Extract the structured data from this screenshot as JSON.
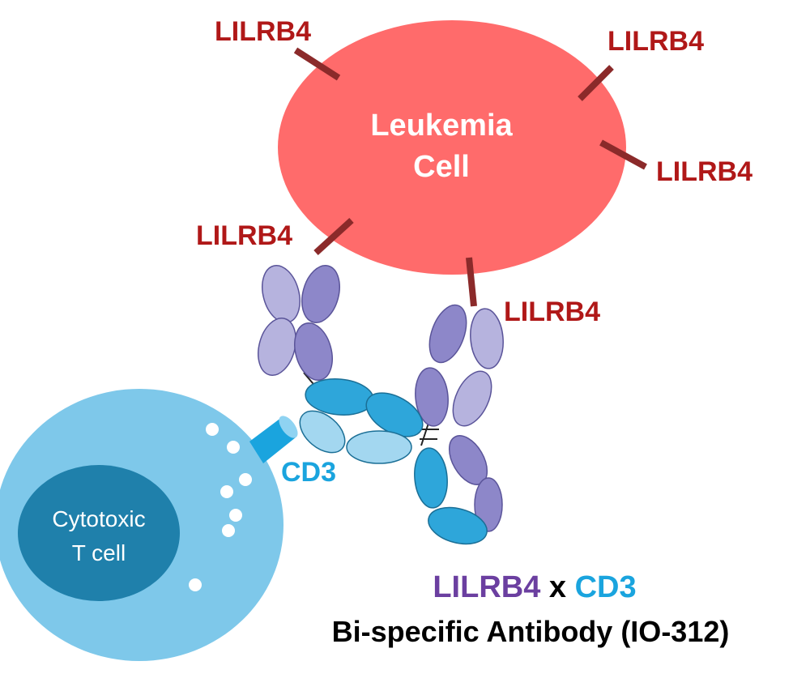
{
  "leukemia_cell": {
    "label_line1": "Leukemia",
    "label_line2": "Cell",
    "color": "#ff6b6b"
  },
  "receptor": {
    "labels": [
      "LILRB4",
      "LILRB4",
      "LILRB4",
      "LILRB4",
      "LILRB4"
    ],
    "label_color": "#b01818",
    "stalk_color": "#8b2a2a"
  },
  "t_cell": {
    "label_line1": "Cytotoxic",
    "label_line2": "T cell",
    "outer_color": "#7ec8ea",
    "nucleus_color": "#1f80ab"
  },
  "cd3": {
    "label": "CD3",
    "color": "#1aa4de"
  },
  "antibody": {
    "lilrb4_domain_colors": [
      "#8d87c9",
      "#b6b3de"
    ],
    "cd3_domain_colors": [
      "#2ea6da",
      "#a3d7f0"
    ]
  },
  "title": {
    "part1": "LILRB4",
    "part1_color": "#6b3fa0",
    "separator": "x",
    "part2": "CD3",
    "part2_color": "#1aa4de",
    "line2": "Bi-specific Antibody (IO-312)"
  }
}
